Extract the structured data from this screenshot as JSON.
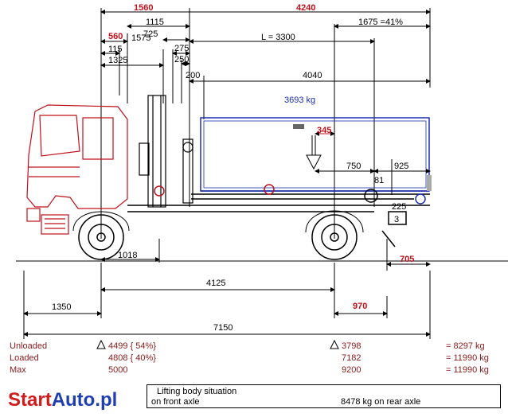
{
  "dims": {
    "d1560": "1560",
    "d4240": "4240",
    "d1115": "1115",
    "d1675": "1675 =41%",
    "d560": "560",
    "d1575": "1575",
    "d725": "725",
    "dL": "L = 3300",
    "d115": "115",
    "d275": "275",
    "d1325": "1325",
    "d250": "250",
    "d4040": "4040",
    "d200": "200",
    "load": "3693 kg",
    "d345": "345",
    "d750": "750",
    "d925": "925",
    "d81": "81",
    "d225": "225",
    "d3": "3",
    "d1018": "1018",
    "d705": "705",
    "d4125": "4125",
    "d1350": "1350",
    "d970": "970",
    "d7150": "7150"
  },
  "table": {
    "rows": [
      {
        "label": "Unloaded",
        "front": "4499 { 54%}",
        "rear": "3798",
        "total": "=  8297 kg"
      },
      {
        "label": "Loaded",
        "front": "4808 { 40%}",
        "rear": "7182",
        "total": "=  11990 kg"
      },
      {
        "label": "Max",
        "front": "5000",
        "rear": "9200",
        "total": "=  11990 kg"
      }
    ]
  },
  "lifting": {
    "title": "Lifting body situation",
    "front": "on front axle",
    "rear": "8478 kg  on rear axle"
  },
  "logo": {
    "part1": "Start",
    "part2": "Auto.pl"
  },
  "colors": {
    "red": "#c0101a",
    "blue": "#1a2fb0",
    "dark_red": "#8a1a1a"
  }
}
